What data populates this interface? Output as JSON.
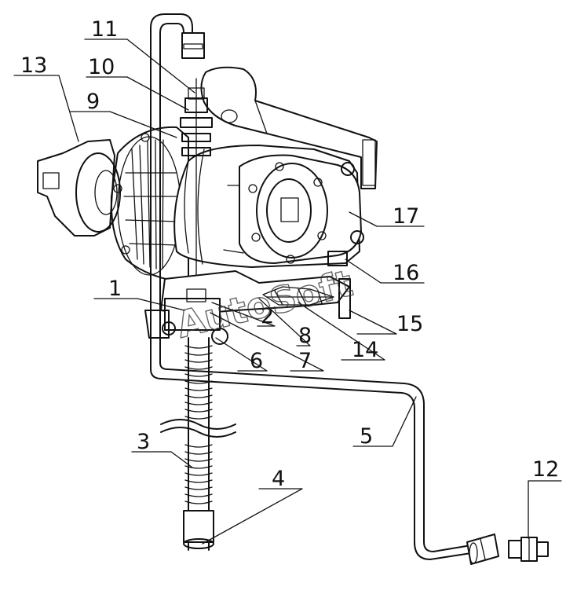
{
  "callouts": [
    {
      "id": "c11",
      "text": "11"
    },
    {
      "id": "c10",
      "text": "10"
    },
    {
      "id": "c9",
      "text": "9"
    },
    {
      "id": "c13",
      "text": "13"
    },
    {
      "id": "c17",
      "text": "17"
    },
    {
      "id": "c16",
      "text": "16"
    },
    {
      "id": "c1",
      "text": "1"
    },
    {
      "id": "c2",
      "text": "2"
    },
    {
      "id": "c8",
      "text": "8"
    },
    {
      "id": "c15",
      "text": "15"
    },
    {
      "id": "c14",
      "text": "14"
    },
    {
      "id": "c7",
      "text": "7"
    },
    {
      "id": "c6",
      "text": "6"
    },
    {
      "id": "c5",
      "text": "5"
    },
    {
      "id": "c3",
      "text": "3"
    },
    {
      "id": "c4",
      "text": "4"
    },
    {
      "id": "c12",
      "text": "12"
    }
  ],
  "watermark": "AutoSoft",
  "colors": {
    "line": "#111111",
    "background": "#ffffff"
  }
}
